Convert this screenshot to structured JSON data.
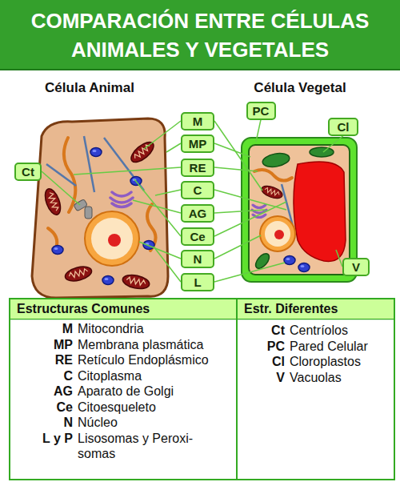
{
  "diagram": {
    "title": "COMPARACIÓN ENTRE CÉLULAS ANIMALES Y VEGETALES",
    "nodes": [
      {
        "text": [
          "M"
        ]
      },
      {
        "text": [
          "MP"
        ]
      },
      {
        "text": [
          "RE"
        ]
      },
      {
        "text": [
          "C"
        ]
      },
      {
        "text": [
          "AG"
        ]
      },
      {
        "text": [
          "Ce"
        ]
      },
      {
        "text": [
          "N"
        ]
      },
      {
        "text": [
          "L"
        ]
      },
      {
        "text": [
          "Ct"
        ]
      },
      {
        "text": [
          "PC"
        ]
      },
      {
        "text": [
          "Cl"
        ]
      },
      {
        "text": [
          "V"
        ]
      },
      {
        "text": [
          "Estructuras Comunes"
        ]
      },
      {
        "text": [
          "Estr. Diferentes"
        ]
      }
    ],
    "labels": [
      "Célula Animal",
      "Célula Vegetal",
      "M",
      "Mitocondria",
      "MP",
      "Membrana plasmática",
      "RE",
      "Retículo Endoplásmico",
      "C",
      "Citoplasma",
      "AG",
      "Aparato de Golgi",
      "Ce",
      "Citoesqueleto",
      "N",
      "Núcleo",
      "L y P",
      "Lisosomas y Peroxi- somas",
      "Ct",
      "Centríolos",
      "PC",
      "Pared Celular",
      "Cl",
      "Cloroplastos",
      "V",
      "Vacuolas"
    ]
  }
}
